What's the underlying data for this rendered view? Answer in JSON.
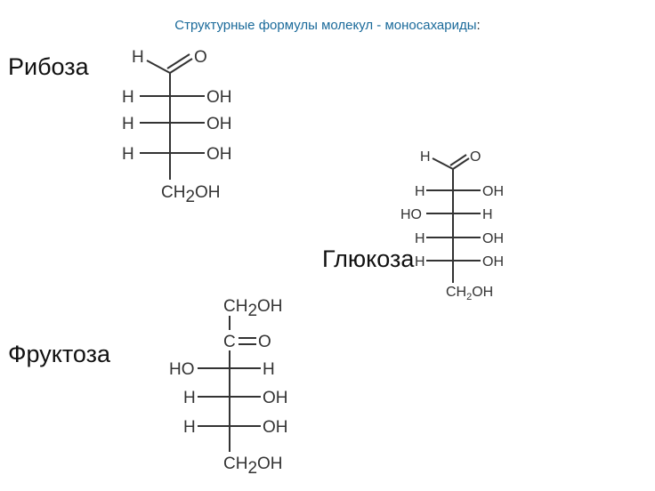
{
  "title": {
    "text": "Структурные формулы молекул - моносахариды",
    "colon": ":"
  },
  "molecules": {
    "ribose": {
      "name": "Рибоза",
      "top_h": "H",
      "top_o": "O",
      "rows": [
        [
          "H",
          "OH"
        ],
        [
          "H",
          "OH"
        ],
        [
          "H",
          "OH"
        ]
      ],
      "bottom": [
        "CH",
        "2",
        "OH"
      ]
    },
    "glucose": {
      "name": "Глюкоза",
      "top_h": "H",
      "top_o": "O",
      "rows": [
        [
          "H",
          "OH"
        ],
        [
          "HO",
          "H"
        ],
        [
          "H",
          "OH"
        ],
        [
          "H",
          "OH"
        ]
      ],
      "bottom": [
        "CH",
        "2",
        "OH"
      ]
    },
    "fructose": {
      "name": "Фруктоза",
      "top": [
        "CH",
        "2",
        "OH"
      ],
      "carbonyl_c": "C",
      "carbonyl_o": "O",
      "rows": [
        [
          "HO",
          "H"
        ],
        [
          "H",
          "OH"
        ],
        [
          "H",
          "OH"
        ]
      ],
      "bottom": [
        "CH",
        "2",
        "OH"
      ]
    }
  }
}
